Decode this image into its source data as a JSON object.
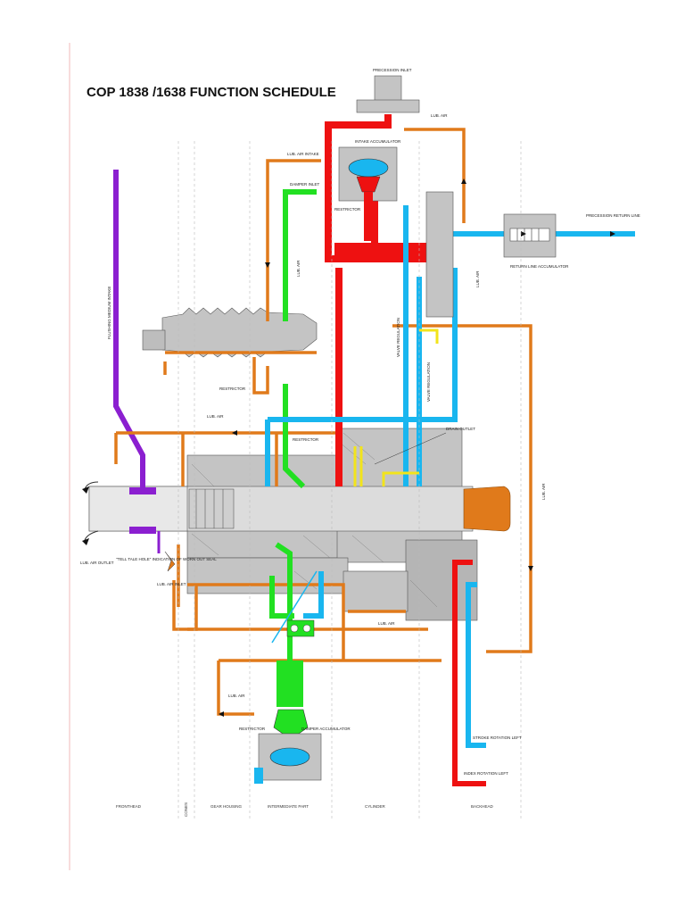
{
  "title": "COP 1838 /1638 FUNCTION SCHEDULE",
  "colors": {
    "purple": "#8b1fd0",
    "orange": "#e07a1b",
    "green": "#22e022",
    "red": "#ee1111",
    "cyan": "#19b6ef",
    "yellow": "#f2e41b",
    "grey": "#b9b9b9",
    "dark": "#222222"
  },
  "labels": {
    "precession_inlet": "PRECESSION INLET",
    "lube_air_top": "LUB. AIR",
    "intake_accumulator": "INTAKE ACCUMULATOR",
    "lube_air_intake": "LUB. AIR INTAKE",
    "damper_inlet": "DAMPER INLET",
    "restrictor_top": "RESTRICTOR",
    "precession_return_line": "PRECESSION RETURN LINE",
    "return_line_accumulator": "RETURN LINE ACCUMULATOR",
    "lube_air_right": "LUB. AIR",
    "flushing_medium_intake": "FLUSHING MEDIUM INTAKE",
    "lube_air_mid": "LUB. AIR",
    "valve_regulation_1": "VALVE REGULATION",
    "valve_regulation_2": "VALVE REGULATION",
    "restrictor_left": "RESTRICTOR",
    "lube_air_center": "LUB. AIR",
    "restrictor_mid": "RESTRICTOR",
    "drain_outlet": "DRAIN OUTLET",
    "lube_air_far_right": "LUB. AIR",
    "lube_air_outlet": "LUB. AIR OUTLET",
    "tell_tale_hole": "\"TELL TALE HOLE\" INDICATION OF WORN OUT SEAL",
    "lube_air_inlet": "LUB. AIR INLET",
    "lube_air_lower": "LUB. AIR",
    "lube_air_bottom": "LUB. AIR",
    "restrictor_bottom": "RESTRICTOR",
    "damper_accumulator": "DAMPER ACCUMULATOR",
    "stroke_rotation_left": "STROKE ROTATION LEFT",
    "index_rotation_left": "INDEX ROTATION LEFT"
  },
  "sections": [
    "FRONTHEAD",
    "CONES",
    "GEAR HOUSING",
    "INTERMEDIATE PART",
    "CYLINDER",
    "BACKHEAD"
  ]
}
